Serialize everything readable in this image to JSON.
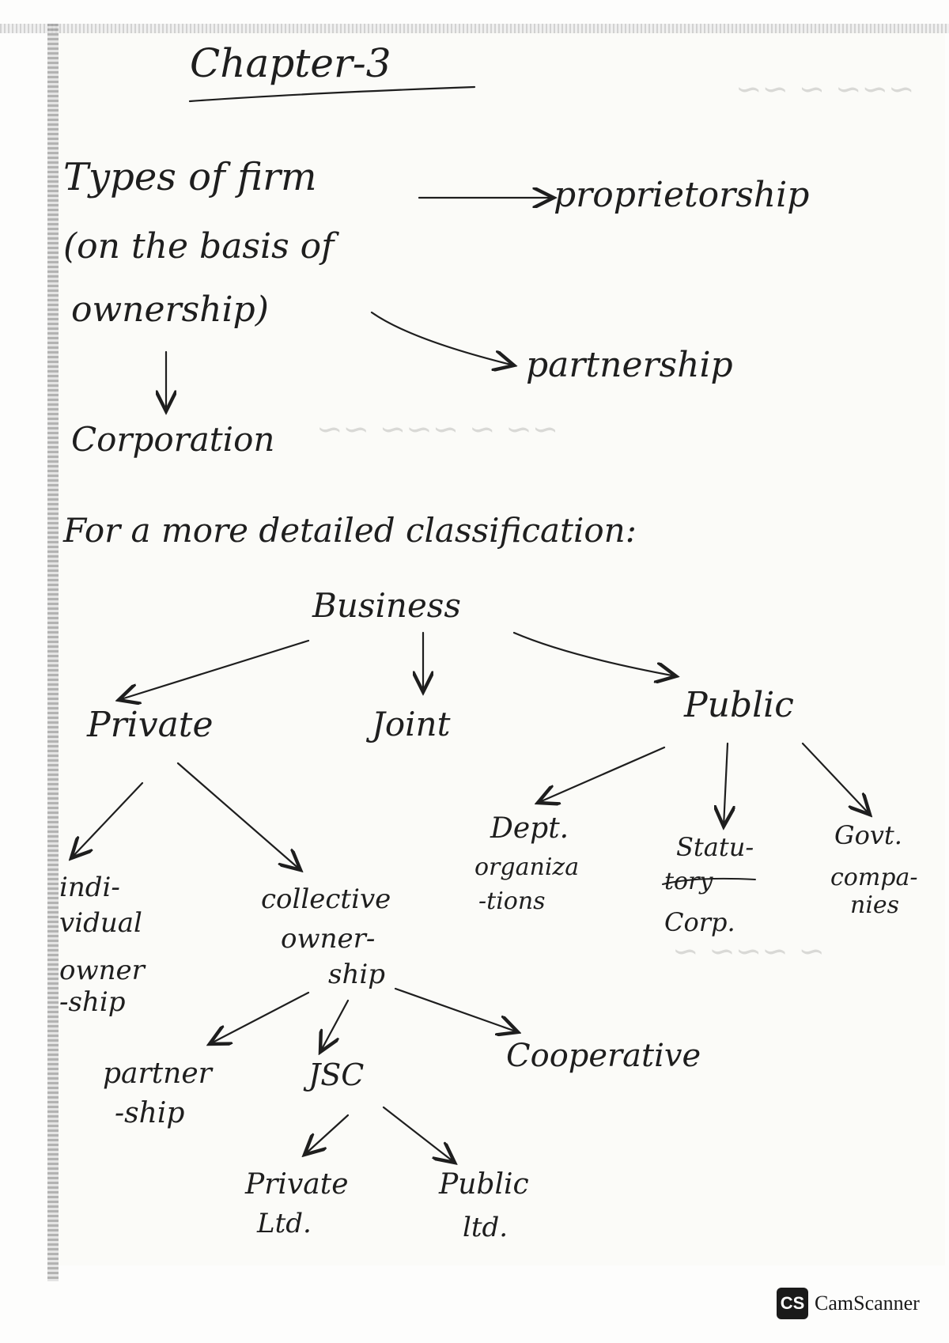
{
  "title": "Chapter-3",
  "intro": {
    "line1": "Types of firm",
    "line2": "(on the basis of",
    "line3": "ownership)",
    "types": [
      "proprietorship",
      "partnership",
      "Corporation"
    ]
  },
  "detail_heading": "For a more detailed classification:",
  "tree": {
    "root": "Business",
    "level1": [
      "Private",
      "Joint",
      "Public"
    ],
    "private_children": {
      "individual": [
        "indi-",
        "vidual",
        "owner",
        "-ship"
      ],
      "collective": [
        "collective",
        "owner-",
        "ship"
      ]
    },
    "public_children": {
      "dept": [
        "Dept.",
        "organiza",
        "-tions"
      ],
      "statutory": [
        "Statu-",
        "tory",
        "Corp."
      ],
      "govt": [
        "Govt.",
        "compa-",
        "nies"
      ]
    },
    "collective_children": {
      "partnership": [
        "partner",
        "-ship"
      ],
      "jsc": "JSC",
      "cooperative": "Cooperative"
    },
    "jsc_children": {
      "private": [
        "Private",
        "Ltd."
      ],
      "public": [
        "Public",
        "ltd."
      ]
    }
  },
  "watermark": "CamScanner",
  "colors": {
    "ink": "#1e1e1e",
    "paper": "#fbfbf8",
    "bleed": "#d9d9d6"
  }
}
